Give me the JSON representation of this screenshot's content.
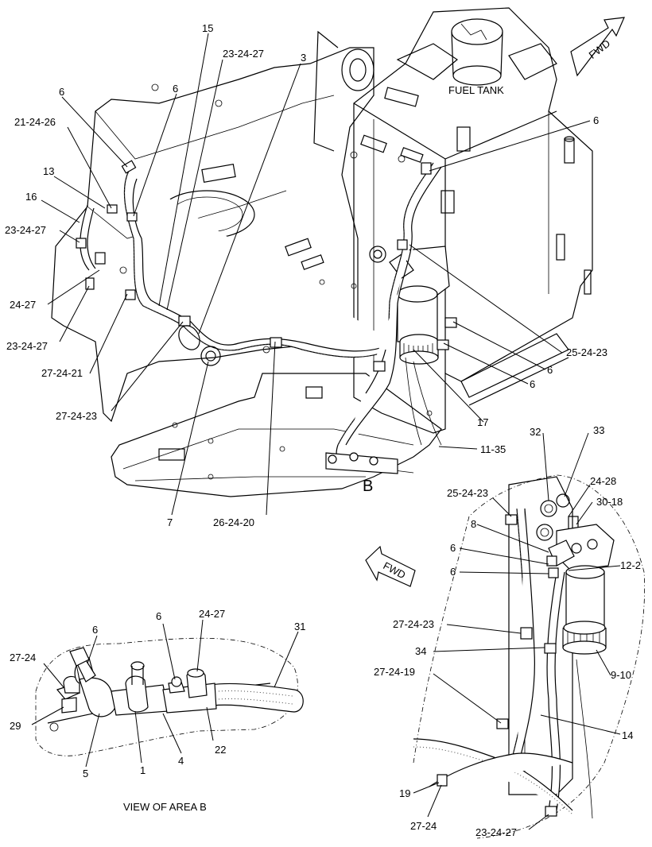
{
  "labels": {
    "fuel_tank": "FUEL TANK",
    "fwd_top": "FWD",
    "fwd_bottom": "FWD",
    "area_b": "B",
    "view_caption": "VIEW OF AREA  B"
  },
  "callouts_main": {
    "c15": "15",
    "c23_24_27_top": "23-24-27",
    "c3": "3",
    "c6_a": "6",
    "c6_b": "6",
    "c21_24_26": "21-24-26",
    "c13": "13",
    "c16": "16",
    "c23_24_27_left": "23-24-27",
    "c24_27": "24-27",
    "c23_24_27_low": "23-24-27",
    "c27_24_21": "27-24-21",
    "c27_24_23": "27-24-23",
    "c7": "7",
    "c26_24_20": "26-24-20",
    "c6_tank": "6",
    "c25_24_23": "25-24-23",
    "c6_r1": "6",
    "c6_r2": "6",
    "c17": "17",
    "c11_35": "11-35"
  },
  "callouts_detail_right": {
    "c32": "32",
    "c33": "33",
    "c24_28": "24-28",
    "c30_18": "30-18",
    "c25_24_23": "25-24-23",
    "c8": "8",
    "c6_a": "6",
    "c6_b": "6",
    "c12_2": "12-2",
    "c27_24_23": "27-24-23",
    "c34": "34",
    "c9_10": "9-10",
    "c27_24_19": "27-24-19",
    "c14": "14",
    "c19": "19",
    "c27_24": "27-24",
    "c23_24_27": "23-24-27"
  },
  "callouts_detail_b": {
    "c6_a": "6",
    "c6_b": "6",
    "c24_27": "24-27",
    "c31": "31",
    "c27_24": "27-24",
    "c29": "29",
    "c5": "5",
    "c1": "1",
    "c4": "4",
    "c22": "22"
  }
}
